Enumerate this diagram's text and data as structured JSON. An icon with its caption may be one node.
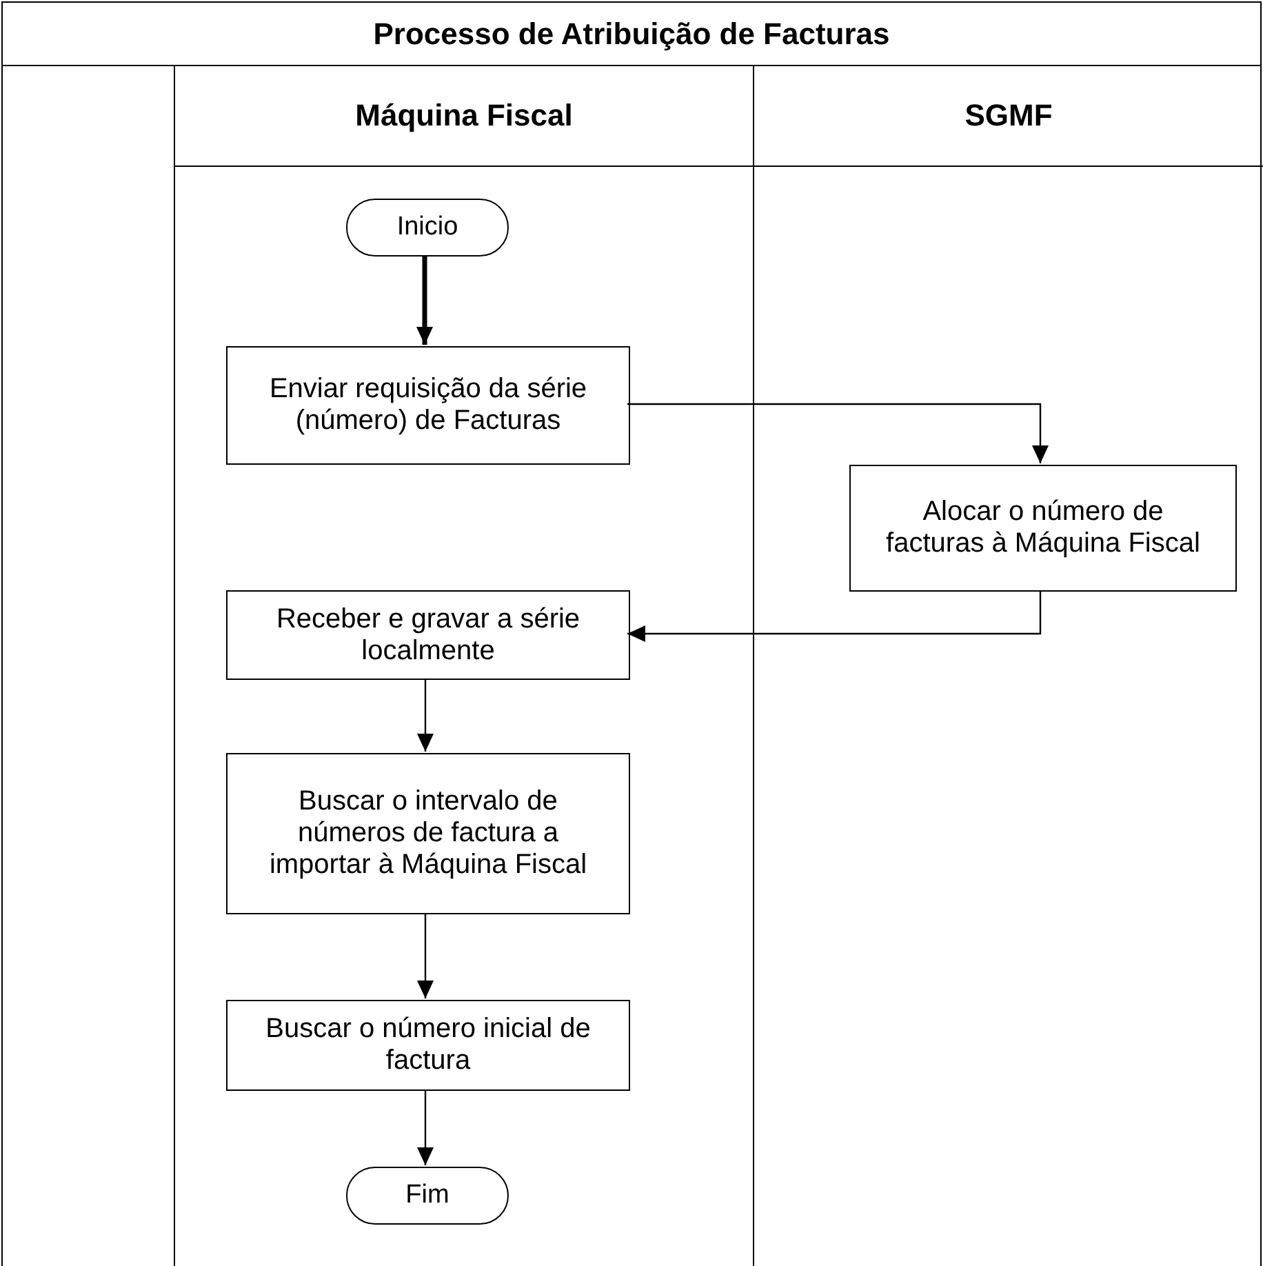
{
  "diagram": {
    "nodes": [
      {
        "text": [
          "Processo de Atribuição de Facturas"
        ]
      },
      {
        "text": [
          "Máquina Fiscal"
        ],
        "in": 0
      },
      {
        "text": [
          "SGMF"
        ],
        "in": 0
      },
      {
        "text": [
          "Inicio"
        ],
        "in": 1
      },
      {
        "text": [
          "Enviar requisição da série (número) de Facturas"
        ],
        "in": 1
      },
      {
        "text": [
          "Alocar o número de facturas à Máquina Fiscal"
        ],
        "in": 2
      },
      {
        "text": [
          "Receber e gravar a série localmente"
        ],
        "in": 1
      },
      {
        "text": [
          "Buscar o intervalo de números de factura a importar à Máquina Fiscal"
        ],
        "in": 1
      },
      {
        "text": [
          "Buscar o número inicial de factura"
        ],
        "in": 1
      },
      {
        "text": [
          "Fim"
        ],
        "in": 1
      }
    ],
    "edges": [
      {
        "from": 3,
        "to": 4,
        "arrow": "to",
        "style": "thick"
      },
      {
        "from": 4,
        "to": 5,
        "arrow": "to"
      },
      {
        "from": 5,
        "to": 6,
        "arrow": "to"
      },
      {
        "from": 6,
        "to": 7,
        "arrow": "to"
      },
      {
        "from": 7,
        "to": 8,
        "arrow": "to"
      },
      {
        "from": 8,
        "to": 9,
        "arrow": "to"
      }
    ]
  }
}
